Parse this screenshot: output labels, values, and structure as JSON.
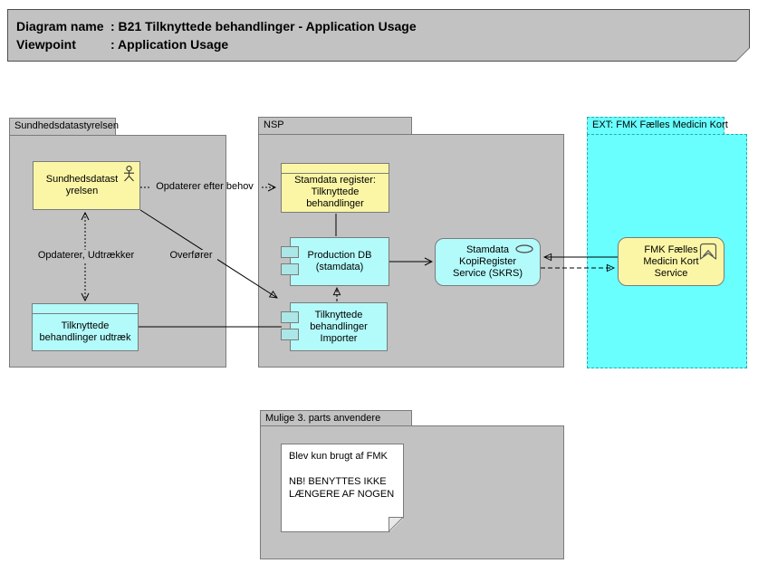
{
  "title_box": {
    "rows": [
      {
        "label": "Diagram name",
        "value": ": B21 Tilknyttede behandlinger - Application Usage"
      },
      {
        "label": "Viewpoint",
        "value": ": Application Usage"
      }
    ]
  },
  "groups": {
    "sundhedsdatastyrelsen": {
      "label": "Sundhedsdatastyrelsen"
    },
    "nsp": {
      "label": "NSP"
    },
    "ext_fmk": {
      "label": "EXT: FMK Fælles Medicin Kort"
    },
    "mulige": {
      "label": "Mulige 3. parts anvendere"
    }
  },
  "elements": {
    "sundhedsdatastyrelsen_actor": {
      "label": "Sundhedsdatast yrelsen",
      "icon": "actor-icon"
    },
    "tilknyttede_udtraek": {
      "label": "Tilknyttede behandlinger udtræk"
    },
    "stamdata_register": {
      "label": "Stamdata register: Tilknyttede behandlinger"
    },
    "production_db": {
      "label": "Production DB (stamdata)"
    },
    "tilknyttede_importer": {
      "label": "Tilknyttede behandlinger Importer"
    },
    "skrs_service": {
      "label": "Stamdata KopiRegister Service (SKRS)",
      "icon": "service-oval-icon"
    },
    "fmk_service": {
      "label": "FMK Fælles Medicin Kort Service",
      "icon": "chevron-banner-icon"
    }
  },
  "connectors": {
    "opdaterer_efter_behov": {
      "label": "Opdaterer efter behov"
    },
    "opdaterer_udtraekker": {
      "label": "Opdaterer, Udtrækker"
    },
    "overfoerer": {
      "label": "Overfører"
    }
  },
  "note": {
    "line1": "Blev kun brugt af FMK",
    "line2": "NB! BENYTTES IKKE LÆNGERE AF NOGEN"
  },
  "colors": {
    "group_fill": "#c2c2c2",
    "group_border": "#7b7b7b",
    "title_border": "#4d4d4d",
    "yellow_fill": "#fbf6a5",
    "cyan_fill": "#b3fafa",
    "component_tab_fill": "#abe7e7",
    "ext_fill": "#69ffff",
    "ext_border": "#2aaaaa",
    "note_fill": "#ffffff",
    "line_color": "#000000"
  }
}
